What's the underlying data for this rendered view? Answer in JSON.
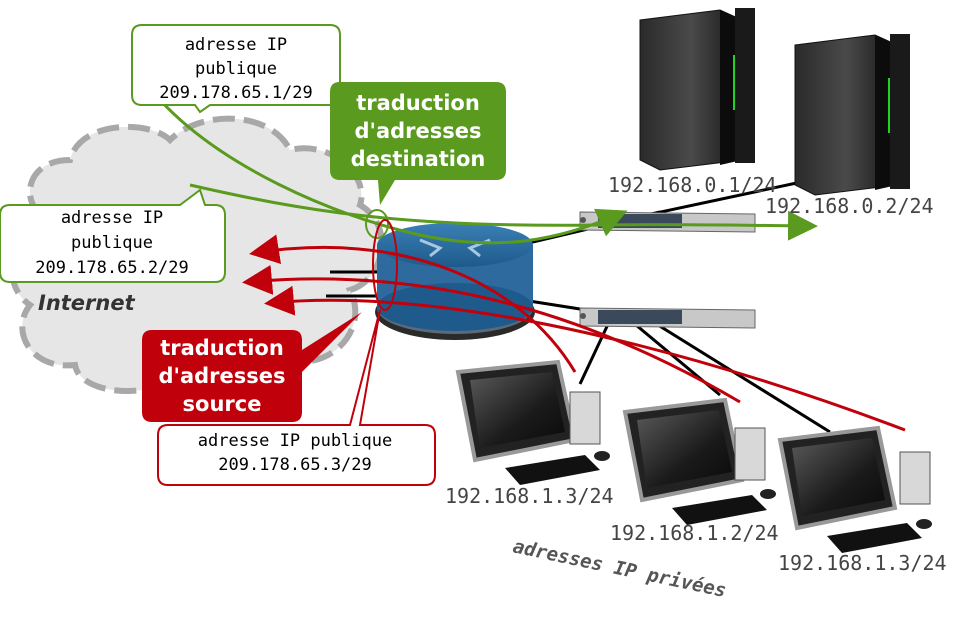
{
  "cloud": {
    "label": "Internet"
  },
  "callouts": {
    "public_ip_1": {
      "line1": "adresse IP",
      "line2": "publique",
      "line3": "209.178.65.1/29"
    },
    "public_ip_2": {
      "line1": "adresse IP",
      "line2": "publique",
      "line3": "209.178.65.2/29"
    },
    "public_ip_3": {
      "line1": "adresse IP publique",
      "line2": "209.178.65.3/29"
    }
  },
  "nat": {
    "destination": {
      "line1": "traduction",
      "line2": "d'adresses",
      "line3": "destination",
      "color": "#5a9a1e"
    },
    "source": {
      "line1": "traduction",
      "line2": "d'adresses",
      "line3": "source",
      "color": "#c0000a"
    }
  },
  "servers": [
    {
      "ip": "192.168.0.1/24"
    },
    {
      "ip": "192.168.0.2/24"
    }
  ],
  "clients": [
    {
      "ip": "192.168.1.3/24"
    },
    {
      "ip": "192.168.1.2/24"
    },
    {
      "ip": "192.168.1.3/24"
    }
  ],
  "private_label": "adresses IP privées",
  "colors": {
    "green": "#5a9a1e",
    "red": "#c0000a",
    "cloud": "#e6e6e6",
    "cloud_border": "#a0a0a0"
  }
}
